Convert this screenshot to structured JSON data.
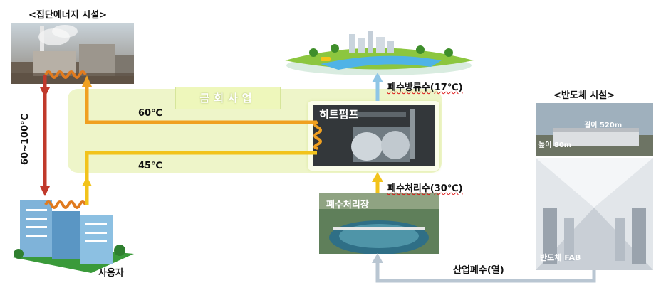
{
  "sources": {
    "district_energy_title": "<집단에너지 시설>",
    "semiconductor_title": "<반도체 시설>"
  },
  "project_band": {
    "label": "금회사업"
  },
  "heat_pump": {
    "label": "히트펌프"
  },
  "wastewater_plant": {
    "label": "폐수처리장"
  },
  "flows": {
    "supply_temp": "60~100℃",
    "hot_return": "60℃",
    "warm_return": "45℃",
    "discharge": "폐수방류수(17℃)",
    "treated": "폐수처리수(30℃)",
    "industrial": "산업폐수(열)"
  },
  "users": {
    "label": "사용자"
  },
  "fab": {
    "length_label": "길이 520m",
    "height_label": "높이 80m",
    "fab_label": "반도체 FAB"
  },
  "colors": {
    "supply": "#c0392b",
    "hot": "#f0a020",
    "warm": "#f2c31b",
    "discharge": "#8fc6e6",
    "industrial": "#b9c6d2",
    "band": "#eef5c9"
  }
}
